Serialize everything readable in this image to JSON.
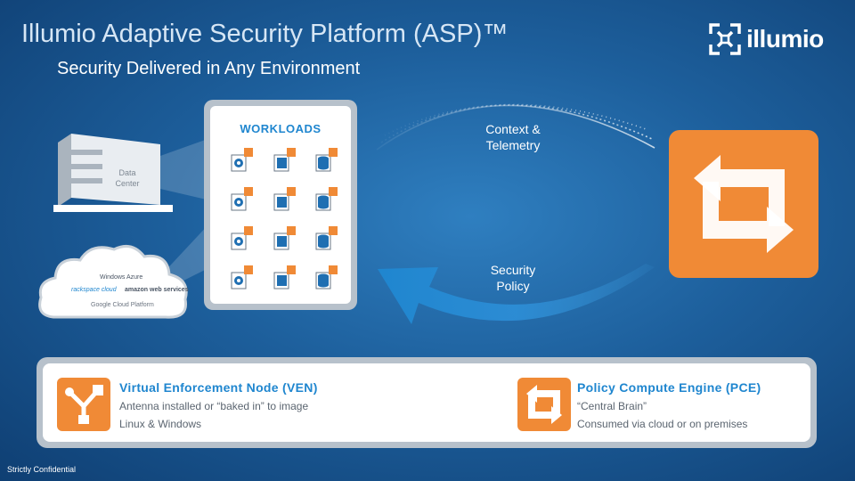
{
  "title": "Illumio Adaptive Security Platform (ASP)™",
  "subtitle": "Security Delivered in Any Environment",
  "logo": {
    "text": "illumio",
    "icon": "illumio-logo-icon"
  },
  "datacenter": {
    "label_line1": "Data",
    "label_line2": "Center"
  },
  "cloud": {
    "providers": [
      "Windows Azure",
      "rackspace cloud",
      "amazon web services",
      "Google Cloud Platform"
    ]
  },
  "workloads": {
    "title": "WORKLOADS",
    "rows": 4,
    "columns": [
      "gear-icon",
      "cube-icon",
      "database-icon"
    ]
  },
  "flows": {
    "top_line1": "Context &",
    "top_line2": "Telemetry",
    "bottom_line1": "Security",
    "bottom_line2": "Policy"
  },
  "ven": {
    "heading": "Virtual Enforcement Node (VEN)",
    "line1": "Antenna installed or “baked in” to image",
    "line2": "Linux & Windows"
  },
  "pce": {
    "heading": "Policy Compute Engine (PCE)",
    "line1": "“Central Brain”",
    "line2": "Consumed via cloud or on premises"
  },
  "footer": "Strictly Confidential",
  "colors": {
    "accent_orange": "#f08a36",
    "accent_blue": "#1f86cf",
    "background": "#1d5f9c"
  }
}
